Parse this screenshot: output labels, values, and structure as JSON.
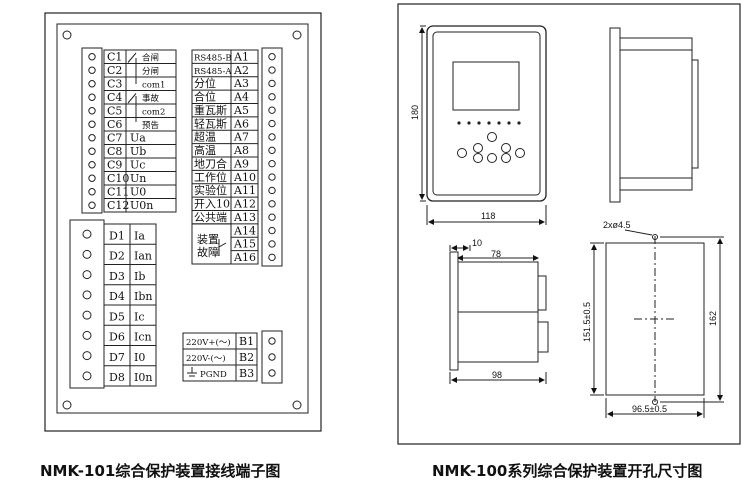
{
  "left_panel": {
    "caption": "NMK-101综合保护装置接线端子图",
    "block_c": [
      {
        "term": "C1",
        "sig": "合闸"
      },
      {
        "term": "C2",
        "sig": "分闸"
      },
      {
        "term": "C3",
        "sig": "com1"
      },
      {
        "term": "C4",
        "sig": "事故"
      },
      {
        "term": "C5",
        "sig": "com2"
      },
      {
        "term": "C6",
        "sig": "预告"
      },
      {
        "term": "C7",
        "sig": "Ua"
      },
      {
        "term": "C8",
        "sig": "Ub"
      },
      {
        "term": "C9",
        "sig": "Uc"
      },
      {
        "term": "C10",
        "sig": "Un"
      },
      {
        "term": "C11",
        "sig": "U0"
      },
      {
        "term": "C12",
        "sig": "U0n"
      }
    ],
    "block_a": [
      {
        "sig": "RS485-B",
        "term": "A1"
      },
      {
        "sig": "RS485-A",
        "term": "A2"
      },
      {
        "sig": "分位",
        "term": "A3"
      },
      {
        "sig": "合位",
        "term": "A4"
      },
      {
        "sig": "重瓦斯",
        "term": "A5"
      },
      {
        "sig": "轻瓦斯",
        "term": "A6"
      },
      {
        "sig": "超温",
        "term": "A7"
      },
      {
        "sig": "高温",
        "term": "A8"
      },
      {
        "sig": "地刀合",
        "term": "A9"
      },
      {
        "sig": "工作位",
        "term": "A10"
      },
      {
        "sig": "实验位",
        "term": "A11"
      },
      {
        "sig": "开入10",
        "term": "A12"
      },
      {
        "sig": "公共端",
        "term": "A13"
      },
      {
        "sig": "",
        "term": "A14"
      },
      {
        "sig": "",
        "term": "A15"
      },
      {
        "sig": "",
        "term": "A16"
      }
    ],
    "fault_label_1": "装置",
    "fault_label_2": "故障",
    "block_d": [
      {
        "term": "D1",
        "sig": "Ia"
      },
      {
        "term": "D2",
        "sig": "Ian"
      },
      {
        "term": "D3",
        "sig": "Ib"
      },
      {
        "term": "D4",
        "sig": "Ibn"
      },
      {
        "term": "D5",
        "sig": "Ic"
      },
      {
        "term": "D6",
        "sig": "Icn"
      },
      {
        "term": "D7",
        "sig": "I0"
      },
      {
        "term": "D8",
        "sig": "I0n"
      }
    ],
    "block_b": [
      {
        "sig": "220V+(〜)",
        "term": "B1"
      },
      {
        "sig": "220V-(〜)",
        "term": "B2"
      },
      {
        "sig": "PGND",
        "term": "B3"
      }
    ]
  },
  "right_panel": {
    "caption": "NMK-100系列综合保护装置开孔尺寸图",
    "dim_180": "180",
    "dim_118": "118",
    "dim_10": "10",
    "dim_78": "78",
    "dim_98": "98",
    "dim_hole": "2xø4.5",
    "dim_151": "151.5±0.5",
    "dim_162": "162",
    "dim_96": "96.5±0.5"
  }
}
